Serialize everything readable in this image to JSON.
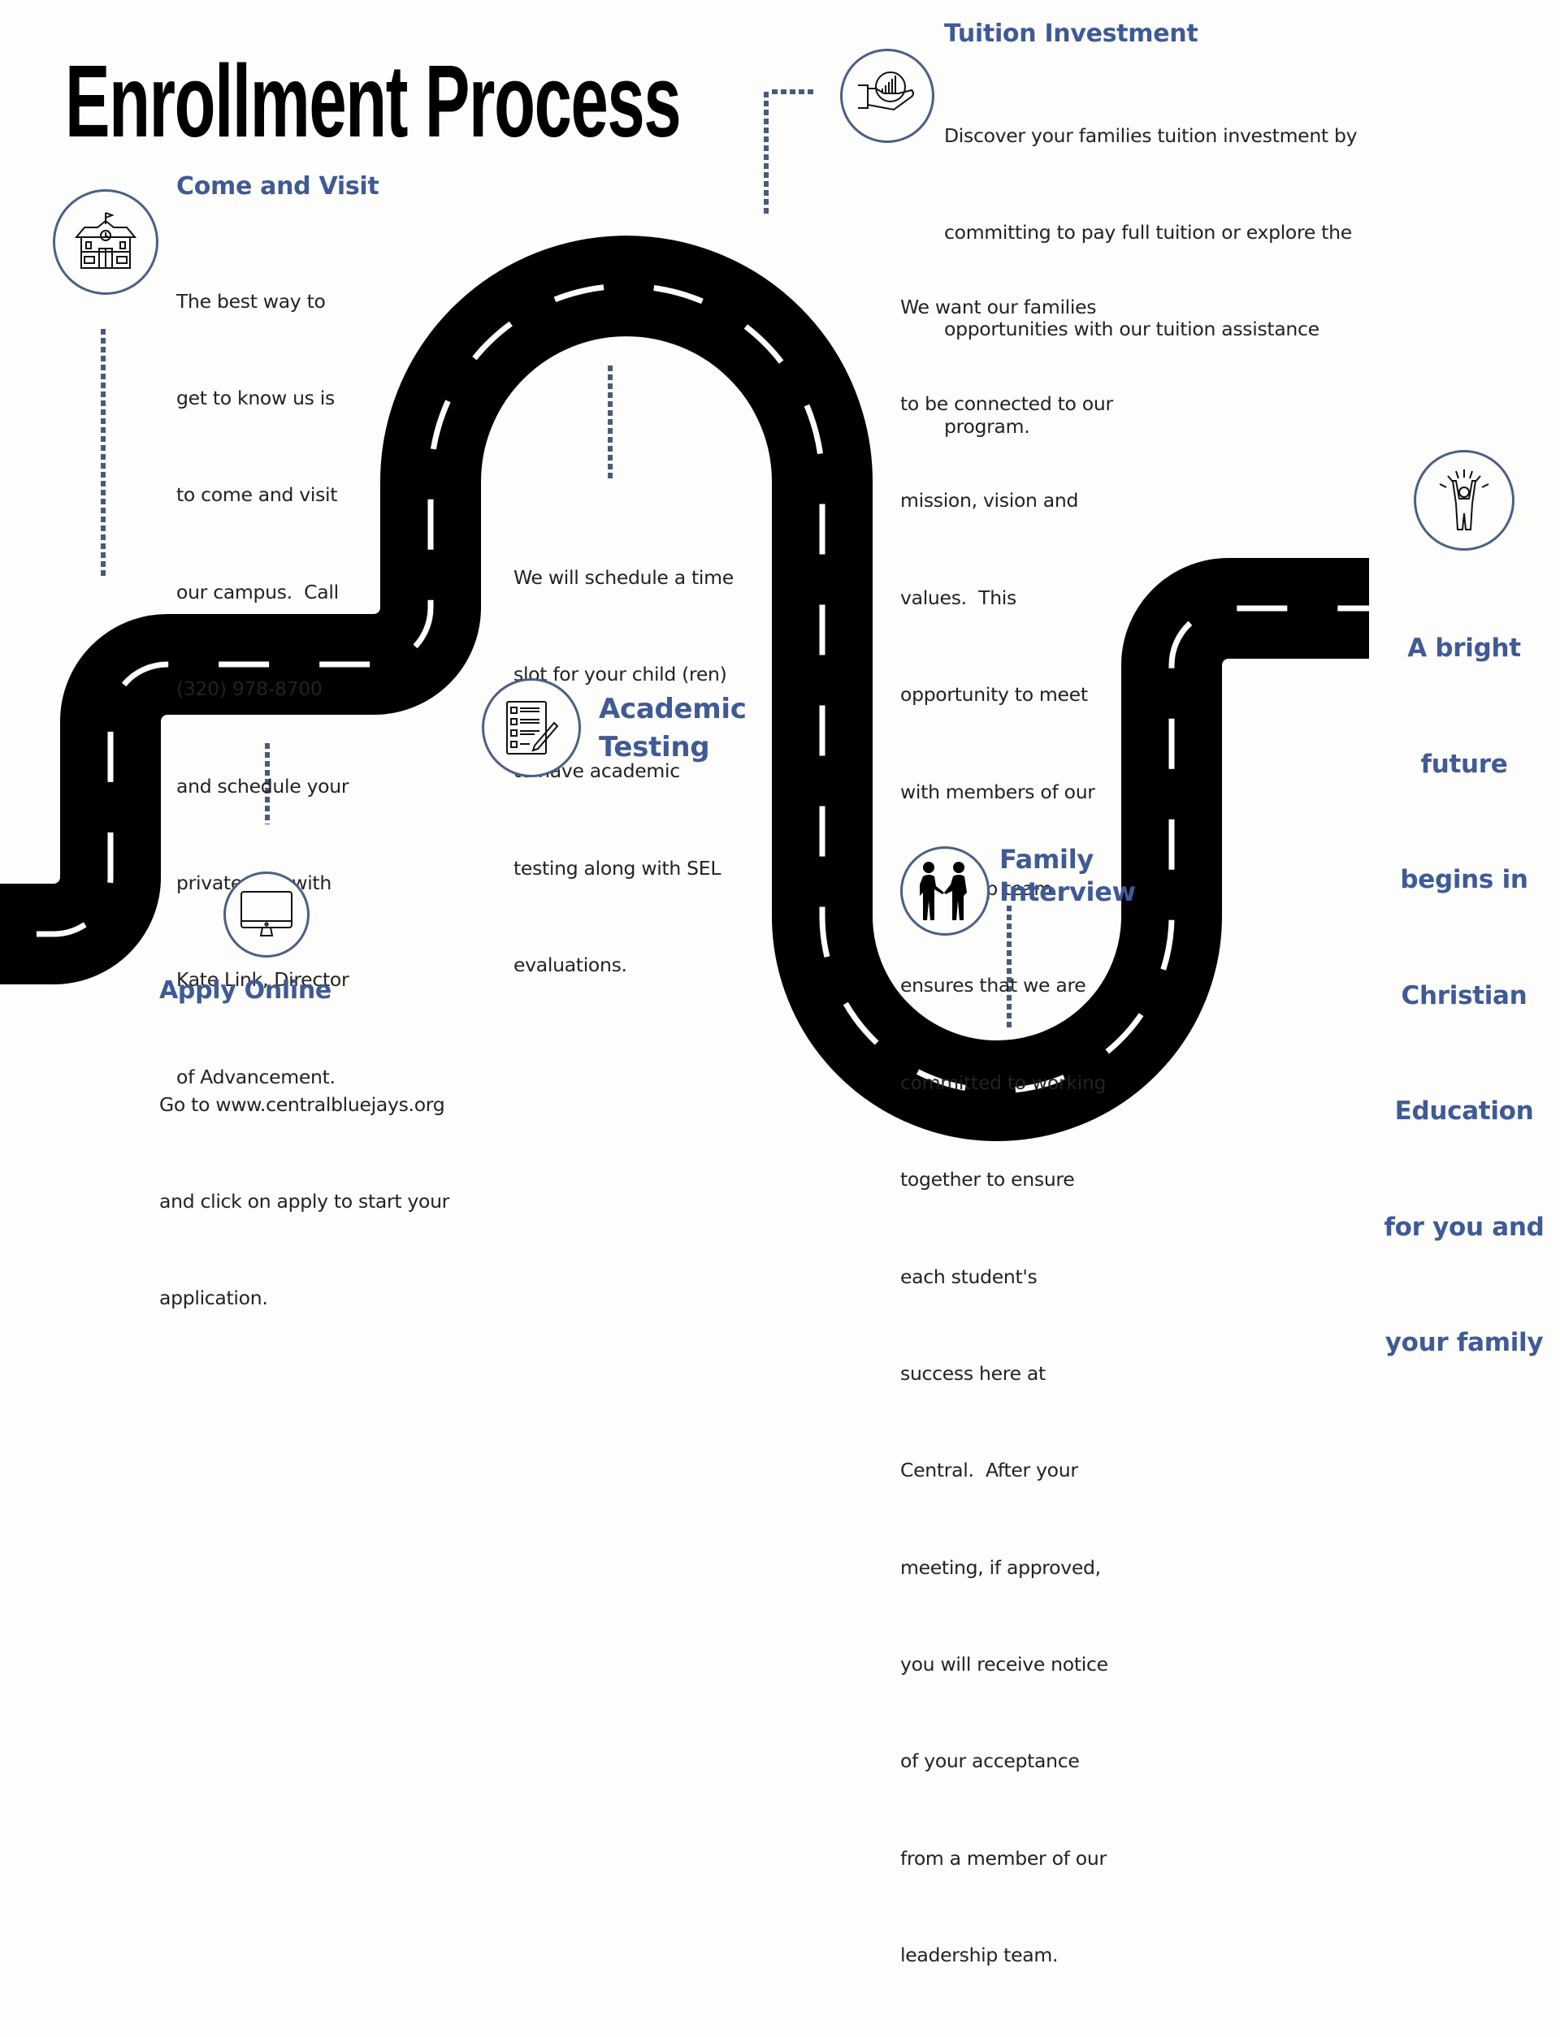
{
  "title": "Enrollment Process",
  "colors": {
    "heading": "#3f5a96",
    "circle_border": "#4b5f86",
    "dotted_line": "#4b5a78",
    "road": "#000000",
    "road_marking": "#ffffff",
    "body_text": "#222222"
  },
  "steps": [
    {
      "id": "come-and-visit",
      "heading": "Come and Visit",
      "icon": "school-building-icon",
      "body_lines": [
        "The best way to",
        "get to know us is",
        "to come and visit",
        "our campus.  Call",
        "(320) 978-8700",
        "and schedule your",
        "private tour with",
        "Kate Link, Director",
        "of Advancement."
      ]
    },
    {
      "id": "apply-online",
      "heading": "Apply Online",
      "icon": "desktop-computer-icon",
      "body_lines": [
        "Go to www.centralbluejays.org",
        "and click on apply to start your",
        "application."
      ]
    },
    {
      "id": "academic-testing",
      "heading_lines": [
        "Academic",
        "Testing"
      ],
      "icon": "checklist-pencil-icon",
      "body_lines": [
        "We will schedule a time",
        "slot for your child (ren)",
        "to have academic",
        "testing along with SEL",
        "evaluations."
      ]
    },
    {
      "id": "tuition-investment",
      "heading": "Tuition Investment",
      "icon": "hand-holding-chart-icon",
      "body_lines": [
        "Discover your families tuition investment by",
        "committing to pay full tuition or explore the",
        "opportunities with our tuition assistance",
        "program."
      ]
    },
    {
      "id": "family-interview",
      "heading_lines": [
        "Family",
        "Interview"
      ],
      "icon": "handshake-people-icon",
      "body_lines": [
        "We want our families",
        "to be connected to our",
        "mission, vision and",
        "values.  This",
        "opportunity to meet",
        "with members of our",
        "leadership team",
        "ensures that we are",
        "committed to working",
        "together to ensure",
        "each student's",
        "success here at",
        "Central.  After your",
        "meeting, if approved,",
        "you will receive notice",
        "of your acceptance",
        "from a member of our",
        "leadership team."
      ]
    }
  ],
  "finish": {
    "icon": "celebrating-person-icon",
    "lines": [
      "A bright",
      "future",
      "begins in",
      "Christian",
      "Education",
      "for you and",
      "your family"
    ]
  }
}
